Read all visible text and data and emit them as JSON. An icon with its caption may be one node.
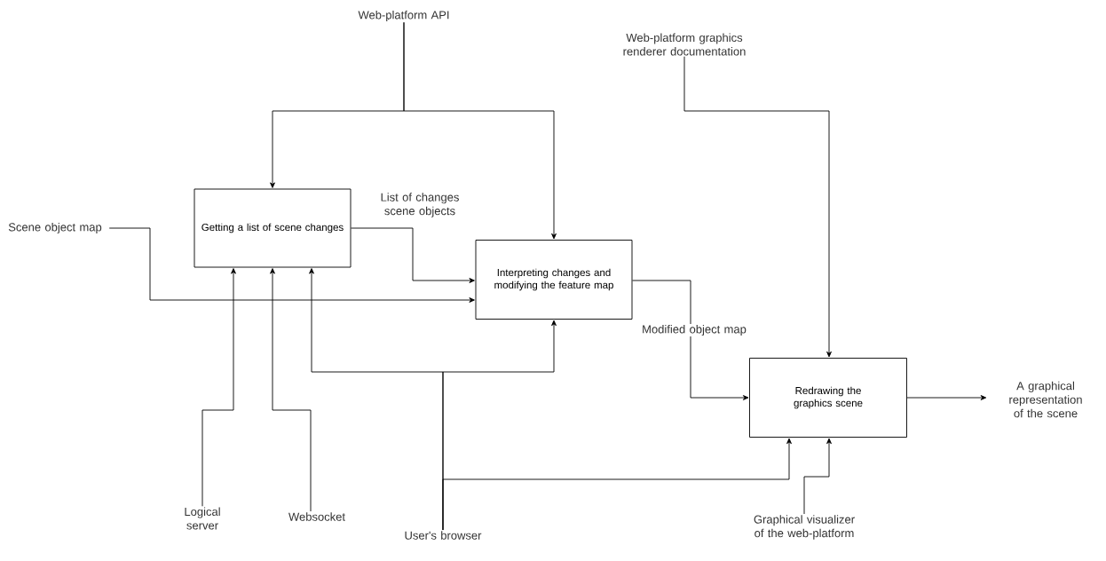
{
  "diagram": {
    "nodes": [
      {
        "text": [
          "Web-platform API"
        ]
      },
      {
        "text": [
          "Web-platform graphics renderer documentation"
        ]
      },
      {
        "text": [
          "Scene object map"
        ]
      },
      {
        "text": [
          "Getting a list of scene changes"
        ]
      },
      {
        "text": [
          "Interpreting changes and modifying the feature map"
        ]
      },
      {
        "text": [
          "Redrawing the graphics scene"
        ]
      },
      {
        "text": [
          "Logical server"
        ]
      },
      {
        "text": [
          "Websocket"
        ]
      },
      {
        "text": [
          "User's browser"
        ]
      },
      {
        "text": [
          "Graphical visualizer of the web-platform"
        ]
      },
      {
        "text": [
          "A graphical representation of the scene"
        ]
      }
    ],
    "edges": [
      {
        "from": 0,
        "to": 3,
        "arrow": "to"
      },
      {
        "from": 0,
        "to": 4,
        "arrow": "to"
      },
      {
        "from": 1,
        "to": 5,
        "arrow": "to"
      },
      {
        "from": 2,
        "to": 4,
        "arrow": "to"
      },
      {
        "from": 3,
        "to": 4,
        "arrow": "to",
        "label": "List of changes scene objects"
      },
      {
        "from": 4,
        "to": 5,
        "arrow": "to",
        "label": "Modified object map"
      },
      {
        "from": 6,
        "to": 3,
        "arrow": "to"
      },
      {
        "from": 7,
        "to": 3,
        "arrow": "to"
      },
      {
        "from": 8,
        "to": 3,
        "arrow": "to"
      },
      {
        "from": 8,
        "to": 4,
        "arrow": "to"
      },
      {
        "from": 8,
        "to": 5,
        "arrow": "to"
      },
      {
        "from": 9,
        "to": 5,
        "arrow": "to"
      },
      {
        "from": 5,
        "to": 10,
        "arrow": "to"
      }
    ]
  }
}
